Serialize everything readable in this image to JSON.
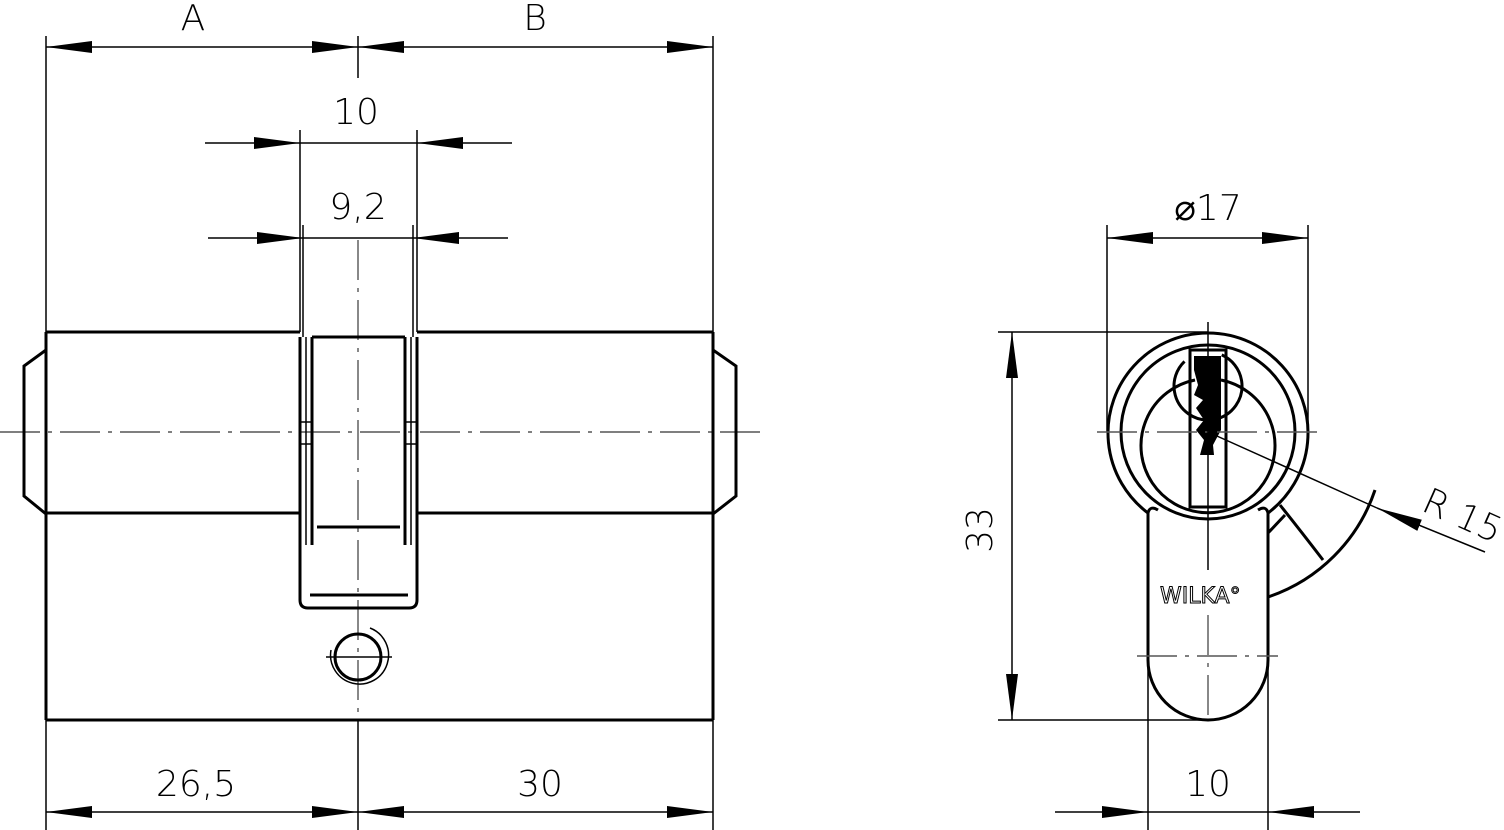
{
  "drawing": {
    "side_view": {
      "dim_a_label": "A",
      "dim_b_label": "B",
      "dim_cam_outer": "10",
      "dim_cam_inner": "9,2",
      "dim_left_length": "26,5",
      "dim_right_length": "30"
    },
    "front_view": {
      "dim_diameter": "⌀17",
      "dim_height": "33",
      "dim_bottom_width": "10",
      "dim_radius": "R 15",
      "brand_logo": "WILKA°"
    }
  }
}
